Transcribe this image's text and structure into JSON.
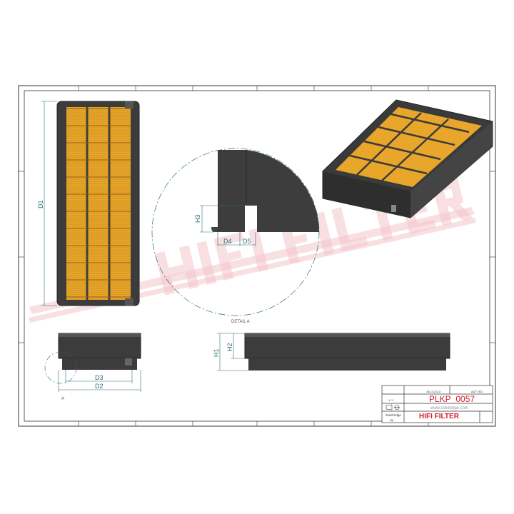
{
  "drawing": {
    "dimensions": {
      "d1": "D1",
      "d2": "D2",
      "d3": "D3",
      "d4": "D4",
      "d5": "D5",
      "h1": "H1",
      "h2": "H2",
      "h3": "H3"
    },
    "detail_label": "DETAIL A",
    "detail_marker": "A",
    "watermark": "HIFI FILTER",
    "colors": {
      "frame": "#333333",
      "dimension": "#2a6f73",
      "filter_body": "#3c3c3c",
      "media": "#e8a62a",
      "watermark": "#f4c6cc",
      "title_red": "#d21f2b"
    }
  },
  "title_block": {
    "date": "18.10.2013",
    "author": "AUTTED",
    "sheet": "1 / 1",
    "part_number": "PLKP_0057",
    "website": "www.solidedge.com",
    "software": "Solid Edge",
    "scale": "(B)",
    "brand": "HIFI FILTER"
  }
}
